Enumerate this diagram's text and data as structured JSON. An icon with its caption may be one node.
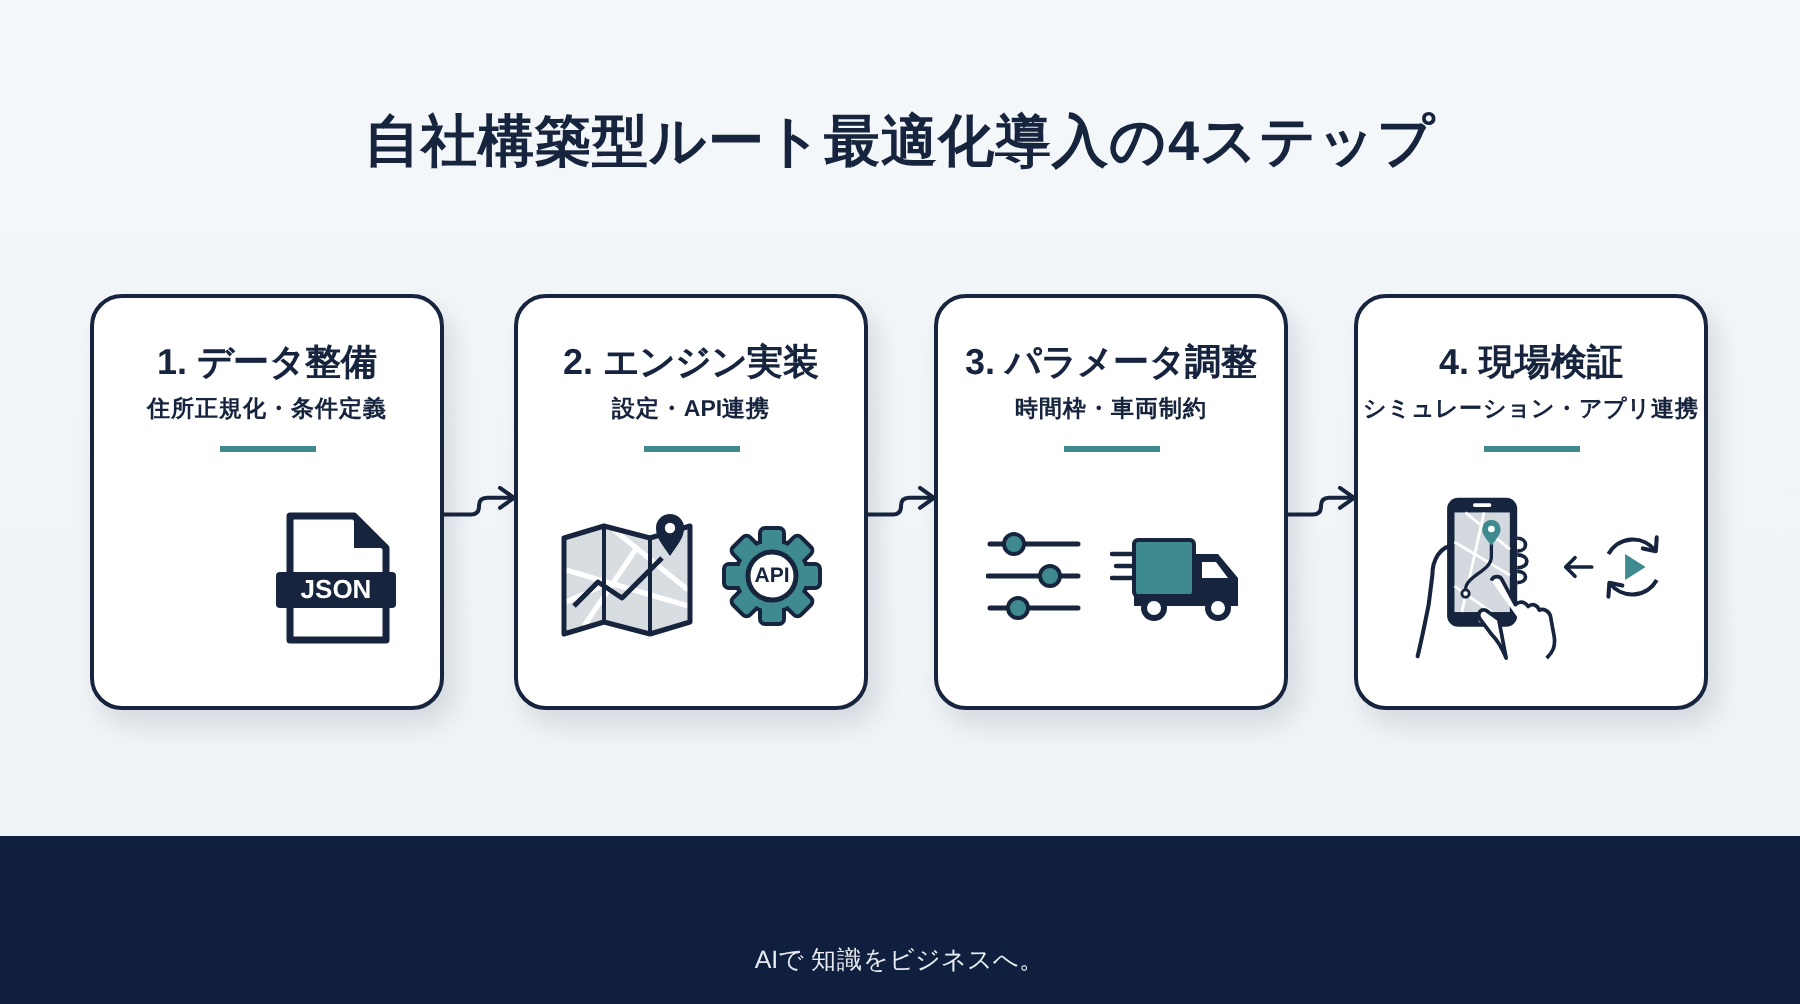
{
  "diagram": {
    "title": "自社構築型ルート最適化導入の4ステップ",
    "nodes": [
      {
        "text": [
          "1. データ整備",
          "住所正規化・条件定義"
        ]
      },
      {
        "text": [
          "2. エンジン実装",
          "設定・API連携"
        ]
      },
      {
        "text": [
          "3. パラメータ調整",
          "時間枠・車両制約"
        ]
      },
      {
        "text": [
          "4. 現場検証",
          "シミュレーション・アプリ連携"
        ]
      },
      {
        "text": [
          "AIで 知識をビジネスへ。"
        ]
      }
    ],
    "edges": [
      {
        "from": 0,
        "to": 1,
        "arrow": "to"
      },
      {
        "from": 1,
        "to": 2,
        "arrow": "to"
      },
      {
        "from": 2,
        "to": 3,
        "arrow": "to"
      }
    ],
    "labels": [
      "JSON",
      "API"
    ]
  }
}
